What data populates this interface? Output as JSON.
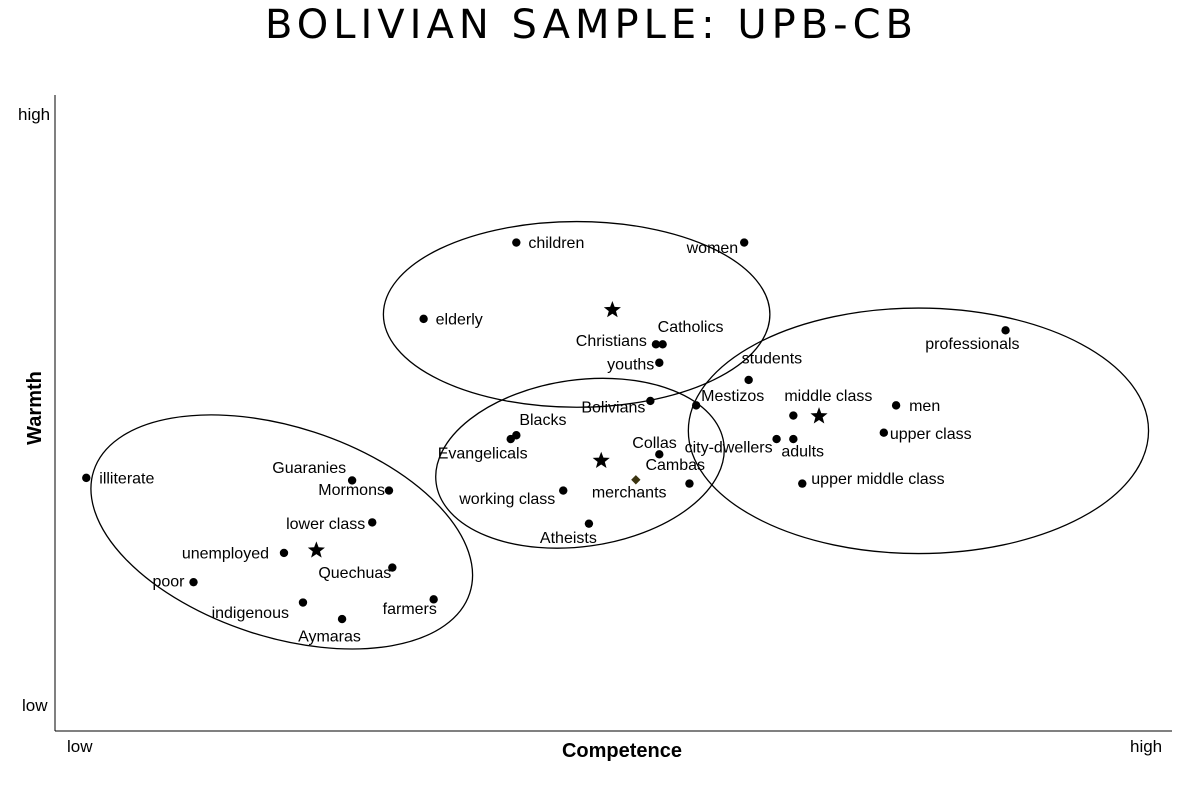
{
  "chart_data": {
    "type": "scatter",
    "title": "BOLIVIAN SAMPLE: UPB-CB",
    "xlabel": "Competence",
    "ylabel": "Warmth",
    "x_ticks": [
      "low",
      "high"
    ],
    "y_ticks": [
      "high",
      "low"
    ],
    "xlim": [
      0,
      100
    ],
    "ylim": [
      0,
      100
    ],
    "grid": false,
    "legend": "none",
    "points": [
      {
        "label": "children",
        "x": 41.3,
        "y": 76.8
      },
      {
        "label": "women",
        "x": 61.7,
        "y": 76.8
      },
      {
        "label": "elderly",
        "x": 33.0,
        "y": 64.8
      },
      {
        "label": "Catholics",
        "x": 54.4,
        "y": 60.8
      },
      {
        "label": "Christians",
        "x": 53.8,
        "y": 60.8
      },
      {
        "label": "youths",
        "x": 54.1,
        "y": 57.9
      },
      {
        "label": "professionals",
        "x": 85.1,
        "y": 63.0
      },
      {
        "label": "students",
        "x": 62.1,
        "y": 55.2
      },
      {
        "label": "Mestizos",
        "x": 57.4,
        "y": 51.2
      },
      {
        "label": "middle class",
        "x": 66.1,
        "y": 49.6
      },
      {
        "label": "men",
        "x": 75.3,
        "y": 51.2
      },
      {
        "label": "city-dwellers",
        "x": 64.6,
        "y": 45.9
      },
      {
        "label": "adults",
        "x": 66.1,
        "y": 45.9
      },
      {
        "label": "upper class",
        "x": 74.2,
        "y": 46.9
      },
      {
        "label": "upper middle class",
        "x": 66.9,
        "y": 38.9
      },
      {
        "label": "Bolivians",
        "x": 53.3,
        "y": 51.9
      },
      {
        "label": "Blacks",
        "x": 41.3,
        "y": 46.5
      },
      {
        "label": "Evangelicals",
        "x": 40.8,
        "y": 45.9
      },
      {
        "label": "Collas",
        "x": 54.1,
        "y": 43.5
      },
      {
        "label": "Cambas",
        "x": 56.8,
        "y": 38.9
      },
      {
        "label": "merchants",
        "x": 52.0,
        "y": 39.5
      },
      {
        "label": "working class",
        "x": 45.5,
        "y": 37.8
      },
      {
        "label": "Atheists",
        "x": 47.8,
        "y": 32.6
      },
      {
        "label": "illiterate",
        "x": 2.8,
        "y": 39.8
      },
      {
        "label": "Guaranies",
        "x": 26.6,
        "y": 39.4
      },
      {
        "label": "Mormons",
        "x": 29.9,
        "y": 37.8
      },
      {
        "label": "lower class",
        "x": 28.4,
        "y": 32.8
      },
      {
        "label": "unemployed",
        "x": 20.5,
        "y": 28.0
      },
      {
        "label": "Quechuas",
        "x": 30.2,
        "y": 25.7
      },
      {
        "label": "poor",
        "x": 12.4,
        "y": 23.4
      },
      {
        "label": "indigenous",
        "x": 22.2,
        "y": 20.2
      },
      {
        "label": "farmers",
        "x": 33.9,
        "y": 20.7
      },
      {
        "label": "Aymaras",
        "x": 25.7,
        "y": 17.6
      }
    ],
    "centroids": [
      {
        "x": 49.9,
        "y": 66.2
      },
      {
        "x": 48.9,
        "y": 42.5
      },
      {
        "x": 68.4,
        "y": 49.5
      },
      {
        "x": 23.4,
        "y": 28.4
      }
    ],
    "clusters": [
      {
        "cx": 46.7,
        "cy": 65.5,
        "rx": 17.3,
        "ry": 14.6,
        "rotate": 0
      },
      {
        "cx": 47.0,
        "cy": 42.1,
        "rx": 13.0,
        "ry": 13.1,
        "rotate": -8
      },
      {
        "cx": 77.3,
        "cy": 47.2,
        "rx": 20.6,
        "ry": 19.3,
        "rotate": 0
      },
      {
        "cx": 20.3,
        "cy": 31.3,
        "rx": 17.7,
        "ry": 16.5,
        "rotate": 18
      }
    ]
  }
}
